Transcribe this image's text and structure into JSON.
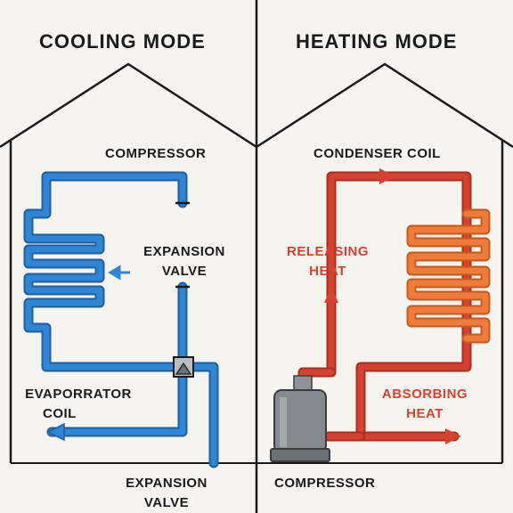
{
  "left_panel": {
    "title": "COOLING MODE",
    "labels": {
      "compressor": "COMPRESSOR",
      "expansion_valve_line1": "EXPANSION",
      "expansion_valve_line2": "VALVE",
      "evaporator_line1": "EVAPORRATOR",
      "evaporator_line2": "COIL",
      "bottom_line1": "EXPANSION",
      "bottom_line2": "VALVE"
    }
  },
  "right_panel": {
    "title": "HEATING MODE",
    "labels": {
      "condenser": "CONDENSER COIL",
      "releasing_line1": "RELEASING",
      "releasing_line2": "HEAT",
      "absorbing_line1": "ABSORBING",
      "absorbing_line2": "HEAT",
      "compressor": "COMPRESSOR"
    }
  },
  "colors": {
    "background": "#f6f4ef",
    "outline": "#1b1b1b",
    "cooling_pipe": "#2f86d6",
    "heating_pipe": "#d8412f",
    "condenser_coil": "#ee7b38",
    "compressor_body": "#858a90",
    "text_red": "#d8412f"
  }
}
